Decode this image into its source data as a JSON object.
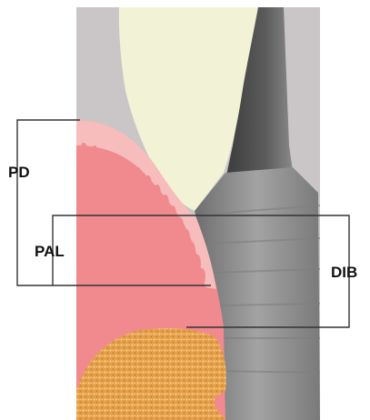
{
  "labels": {
    "pd": "PD",
    "pal": "PAL",
    "dib": "DIB"
  },
  "colors": {
    "background_gray": "#cac6c7",
    "crown": "#f2f2d6",
    "gingiva": "#f08a8e",
    "gingiva_light": "#f7bcbc",
    "implant_dark": "#545454",
    "implant_mid": "#8c8c8c",
    "implant_light": "#b4b4b4",
    "bone": "#e9a24a",
    "bracket_line": "#333333"
  },
  "icons": {
    "tooth_crown": "crown-shape",
    "implant": "implant-shape",
    "gingiva": "soft-tissue-shape",
    "bone": "bone-shape"
  }
}
